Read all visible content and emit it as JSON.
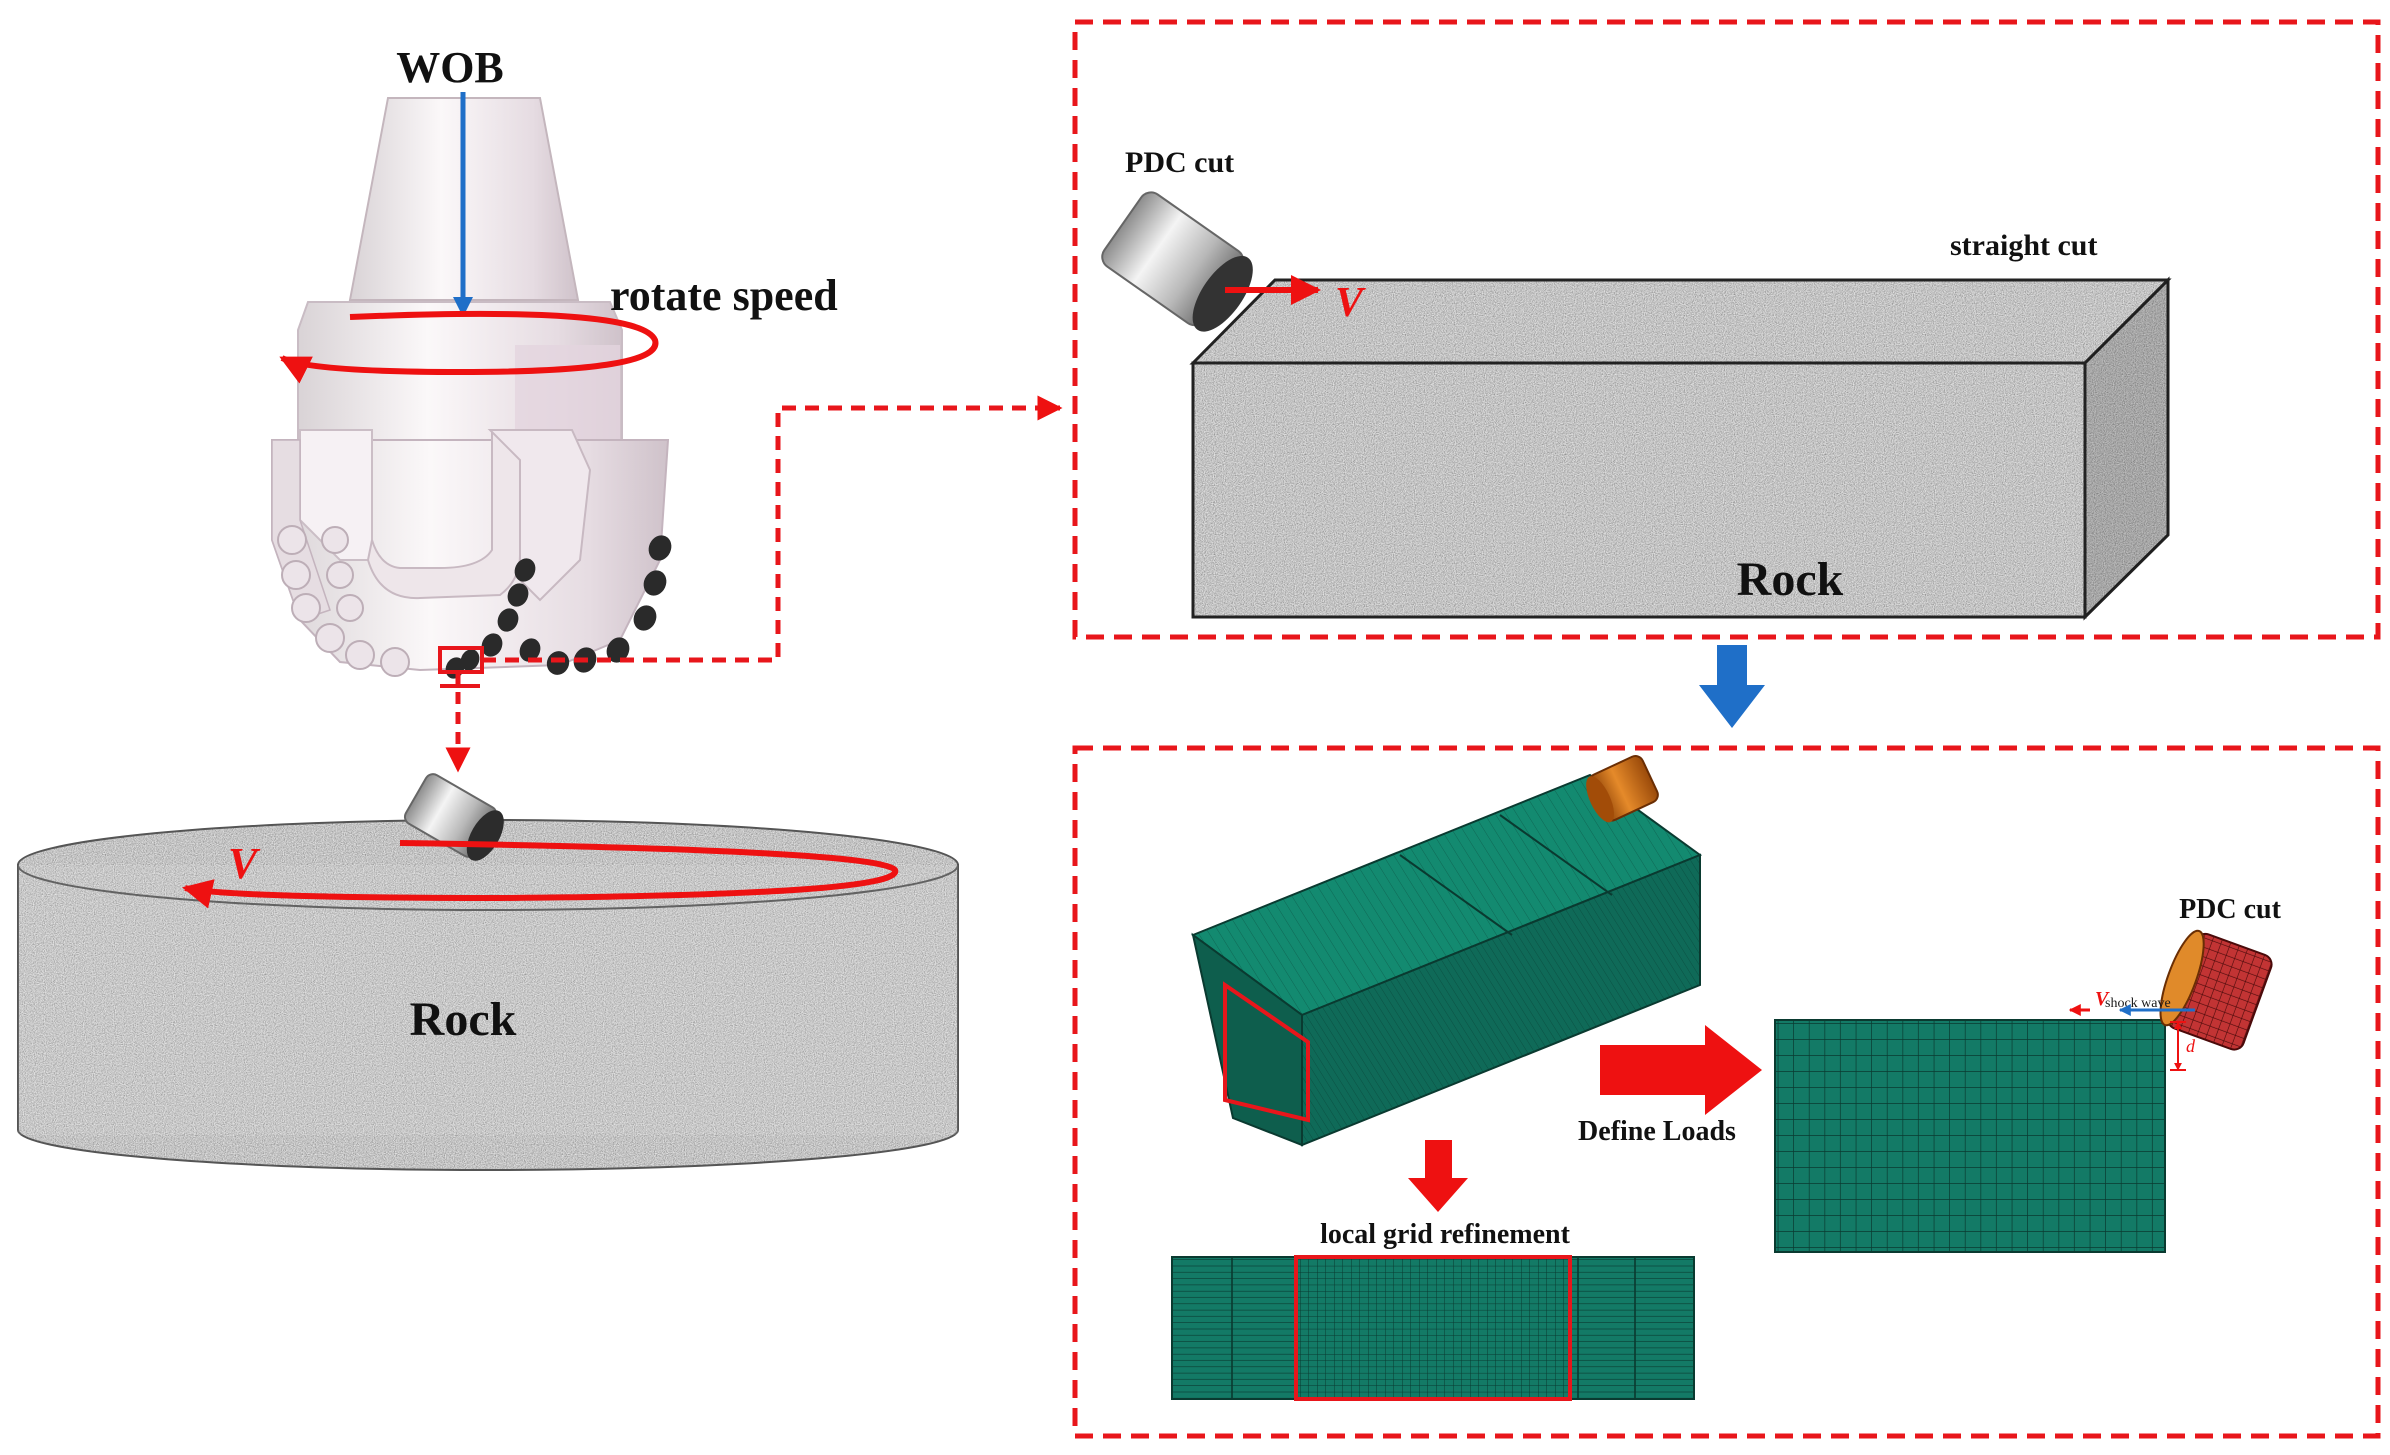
{
  "left_panel": {
    "wob_label": "WOB",
    "rotate_label": "rotate speed",
    "velocity_label": "V",
    "rock_label": "Rock"
  },
  "top_right_panel": {
    "cutter_label": "PDC cut",
    "cut_type_label": "straight cut",
    "velocity_label": "V",
    "rock_label": "Rock"
  },
  "bottom_right_panel": {
    "refinement_label": "local grid refinement",
    "define_loads_label": "Define Loads",
    "cutter_label": "PDC cut",
    "velocity_label": "V",
    "shock_wave_label": "shock wave",
    "depth_label": "d"
  },
  "colors": {
    "dashed_frame": "#e8161b",
    "arrow_red": "#ee1111",
    "arrow_blue": "#1f6fc8",
    "mesh_green": "#137a66",
    "mesh_lines": "#0a3a30",
    "cutter_orange": "#c9640f",
    "bit_body": "#efe7ea",
    "rock_gray": "#9a9a9a"
  }
}
